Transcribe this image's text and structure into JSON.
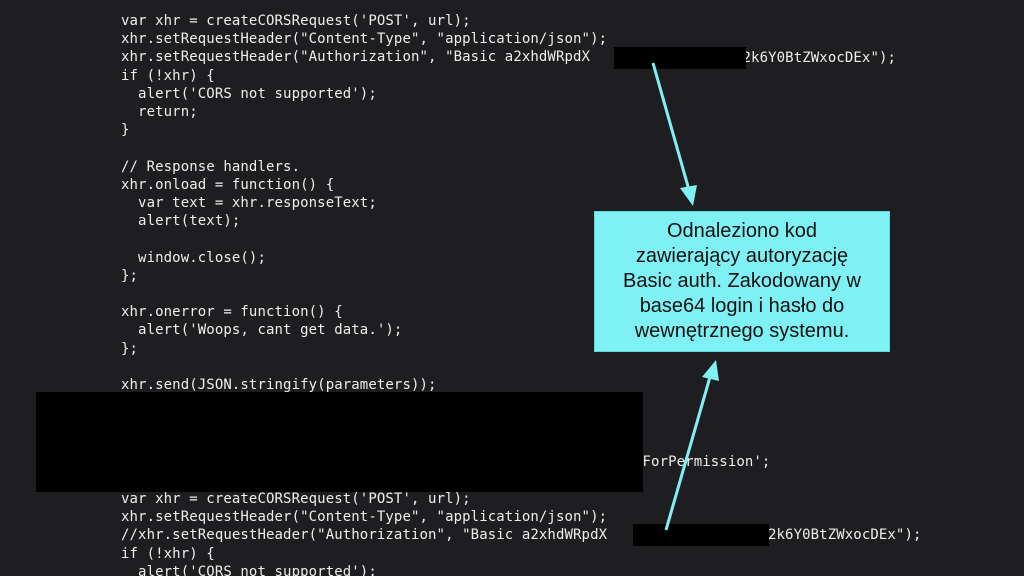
{
  "code_block_top": {
    "lines": [
      "var xhr = createCORSRequest('POST', url);",
      "xhr.setRequestHeader(\"Content-Type\", \"application/json\");",
      "xhr.setRequestHeader(\"Authorization\", \"Basic a2xhdWRpdX",
      "if (!xhr) {",
      "  alert('CORS not supported');",
      "  return;",
      "}",
      "",
      "// Response handlers.",
      "xhr.onload = function() {",
      "  var text = xhr.responseText;",
      "  alert(text);",
      "",
      "  window.close();",
      "};",
      "",
      "xhr.onerror = function() {",
      "  alert('Woops, cant get data.');",
      "};",
      "",
      "xhr.send(JSON.stringify(parameters));"
    ],
    "auth_suffix": "a2k6Y0BtZWxocDEx\");"
  },
  "code_block_partial": {
    "fragment": "rForPermission';"
  },
  "code_block_bottom": {
    "lines": [
      "var xhr = createCORSRequest('POST', url);",
      "xhr.setRequestHeader(\"Content-Type\", \"application/json\");",
      "//xhr.setRequestHeader(\"Authorization\", \"Basic a2xhdWRpdX",
      "if (!xhr) {",
      "  alert('CORS not supported');"
    ],
    "auth_suffix": "2k6Y0BtZWxocDEx\");"
  },
  "callout": {
    "lines": [
      "Odnaleziono kod",
      "zawierający autoryzację",
      "Basic auth. Zakodowany w",
      "base64 login i hasło do",
      "wewnętrznego systemu."
    ]
  },
  "colors": {
    "background": "#1e1e20",
    "code_text": "#eeeeee",
    "callout_bg": "#7ff1f4",
    "arrow": "#7ff1f4",
    "redaction": "#000000"
  }
}
